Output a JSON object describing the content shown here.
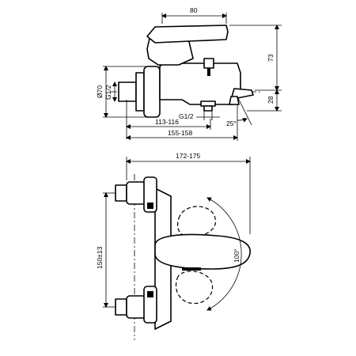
{
  "side_view": {
    "dims": {
      "top_width": "80",
      "height_upper": "73",
      "height_lower": "28",
      "diameter": "Ø70",
      "thread_inlet": "G1/2",
      "thread_outlet": "G1/2",
      "reach_short": "113-116",
      "reach_long": "155-158",
      "angle": "25°"
    }
  },
  "front_view": {
    "dims": {
      "total_width": "172-175",
      "center_distance": "150±13",
      "rotation": "100°"
    }
  }
}
